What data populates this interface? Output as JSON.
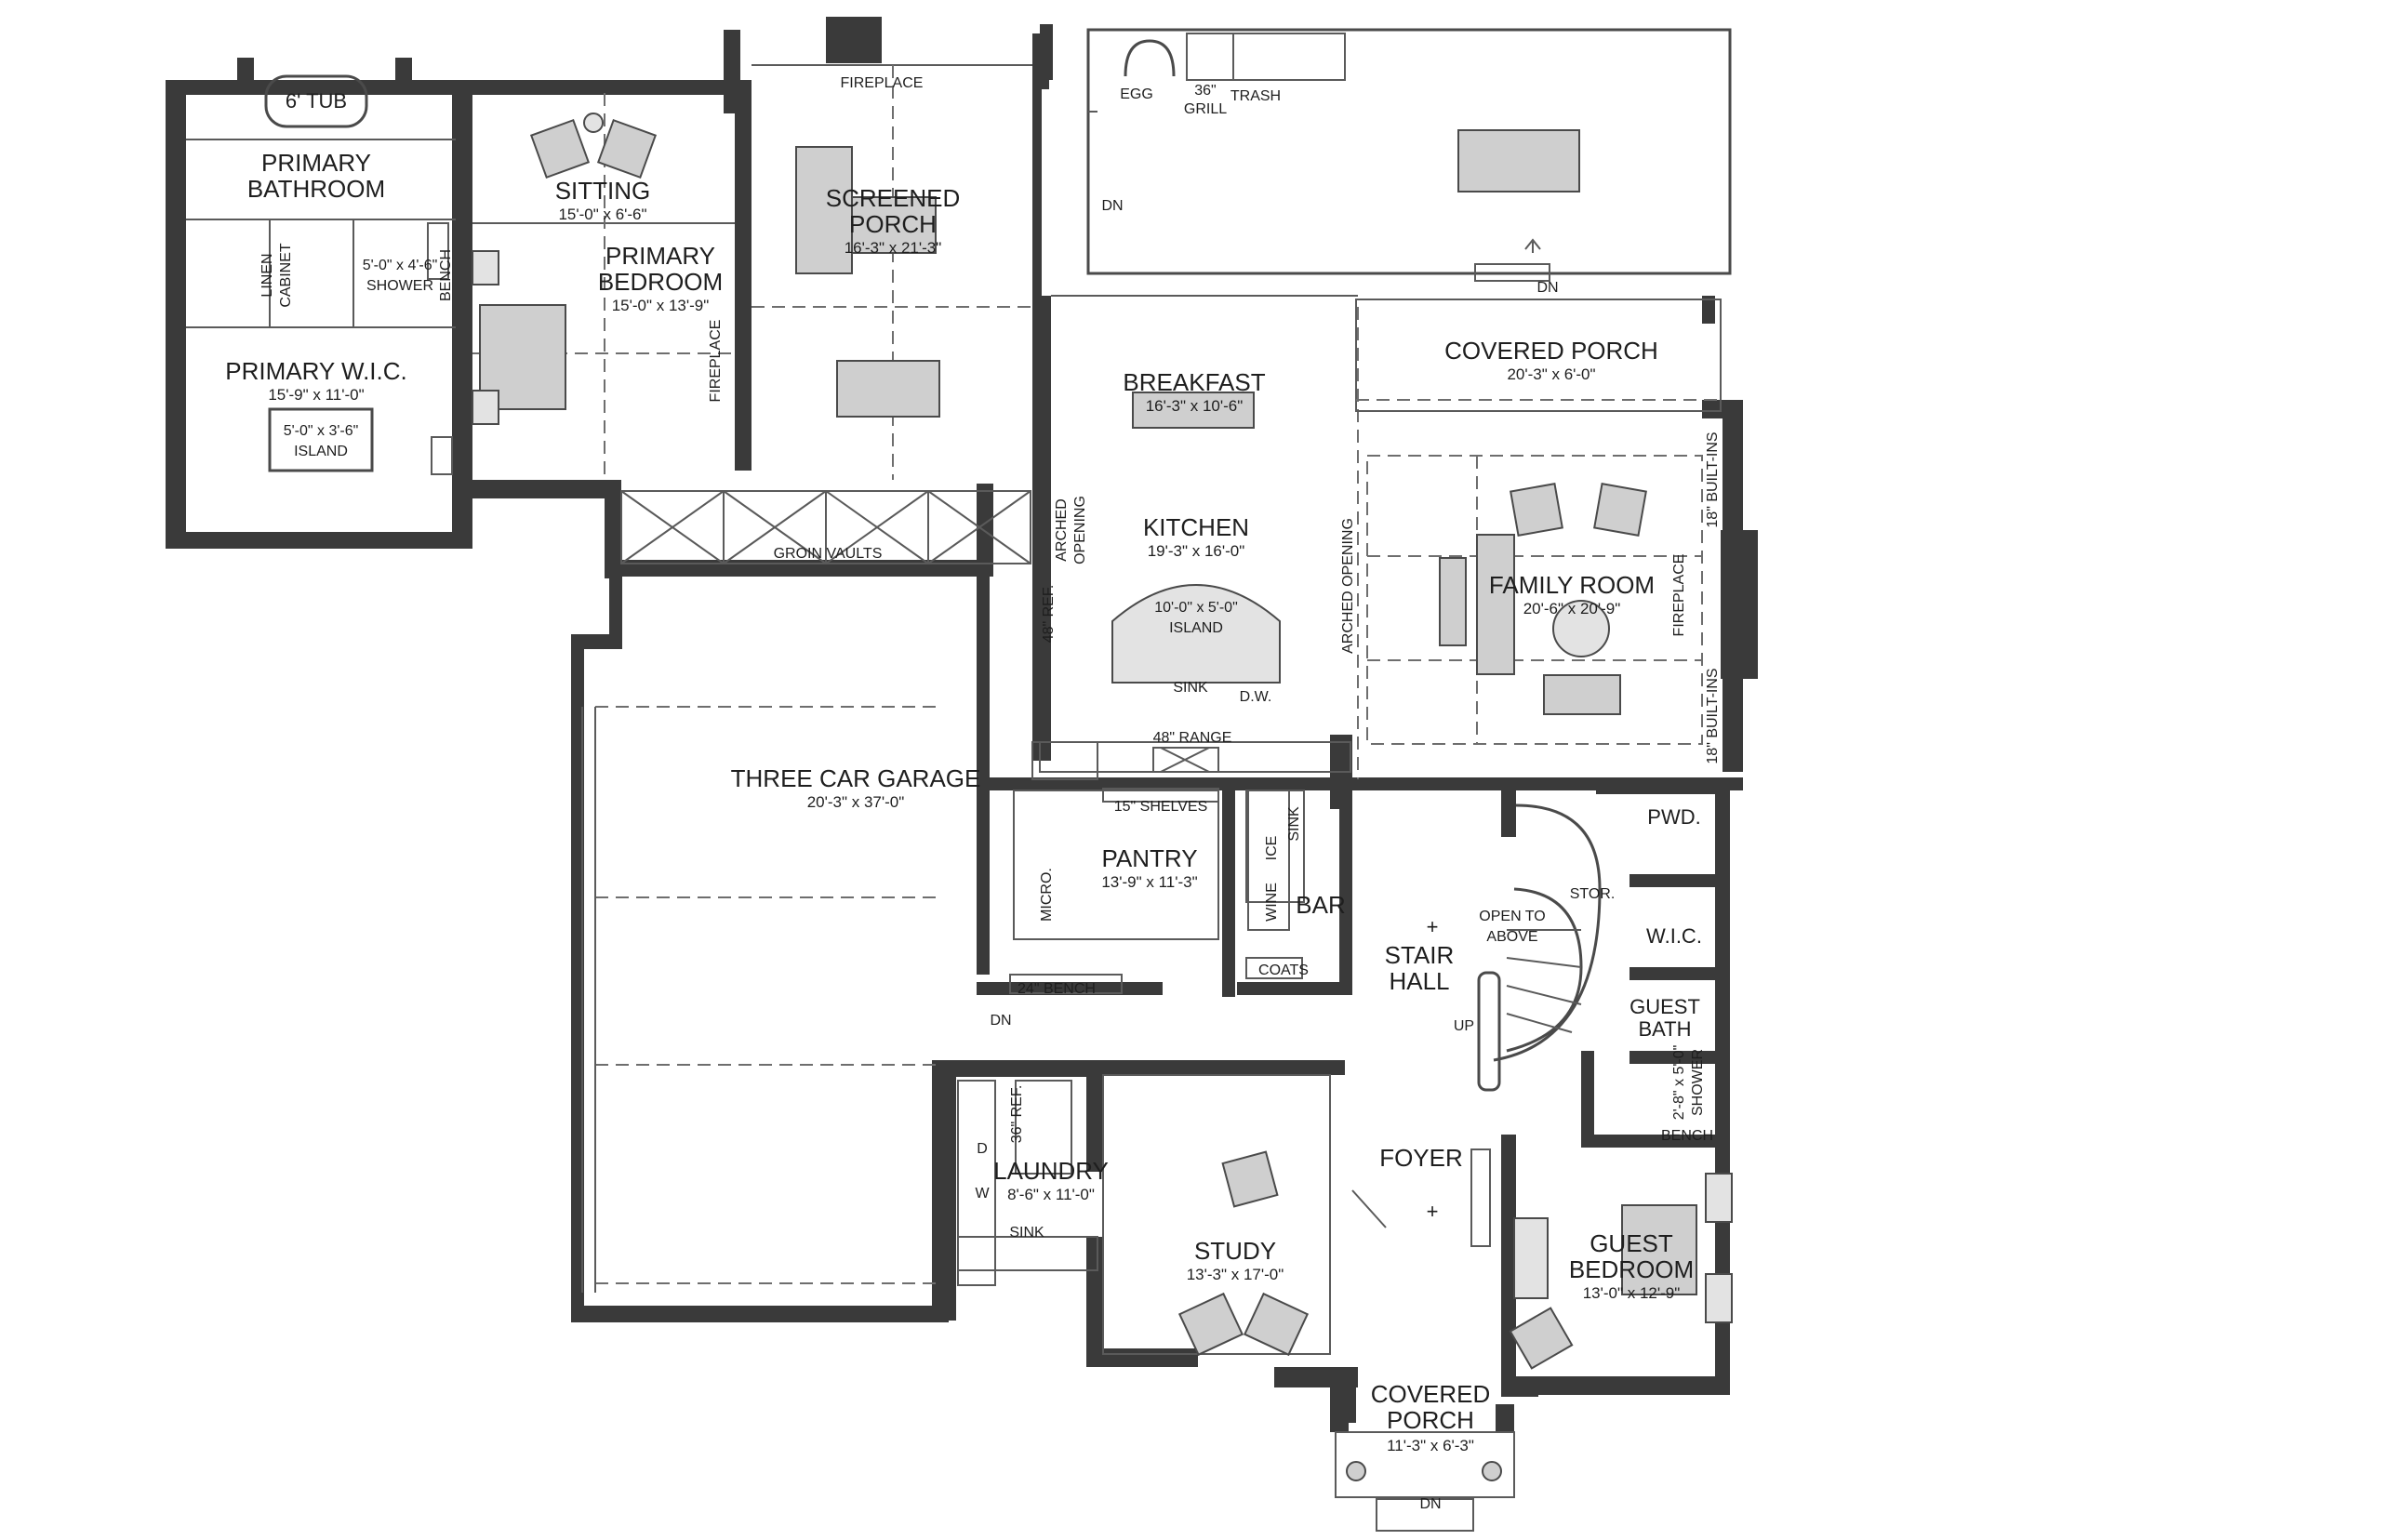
{
  "plan": {
    "rooms": {
      "tub": "6' TUB",
      "primary_bathroom": [
        "PRIMARY",
        "BATHROOM"
      ],
      "linen_cabinet": [
        "LINEN",
        "CABINET"
      ],
      "shower_dim": "5'-0\" x 4'-6\"",
      "shower": "SHOWER",
      "bench": "BENCH",
      "primary_wic": "PRIMARY W.I.C.",
      "primary_wic_dim": "15'-9\" x 11'-0\"",
      "wic_island_dim": "5'-0\" x 3'-6\"",
      "wic_island": "ISLAND",
      "sitting": "SITTING",
      "sitting_dim": "15'-0\" x 6'-6\"",
      "primary_bedroom": [
        "PRIMARY",
        "BEDROOM"
      ],
      "primary_bedroom_dim": "15'-0\" x 13'-9\"",
      "fireplace": "FIREPLACE",
      "screened_porch": [
        "SCREENED",
        "PORCH"
      ],
      "screened_porch_dim": "16'-3\" x 21'-3\"",
      "egg": "EGG",
      "grill": [
        "36\"",
        "GRILL"
      ],
      "trash": "TRASH",
      "dn": "DN",
      "covered_porch_rear": "COVERED PORCH",
      "covered_porch_rear_dim": "20'-3\" x 6'-0\"",
      "breakfast": "BREAKFAST",
      "breakfast_dim": "16'-3\" x 10'-6\"",
      "kitchen": "KITCHEN",
      "kitchen_dim": "19'-3\" x 16'-0\"",
      "arched_opening": [
        "ARCHED",
        "OPENING"
      ],
      "arched_opening_single": "ARCHED OPENING",
      "island_dim": "10'-0\" x 5'-0\"",
      "island": "ISLAND",
      "sink": "SINK",
      "dw": "D.W.",
      "ref_48": "48\" REF.",
      "range_48": "48\" RANGE",
      "groin_vaults": "GROIN VAULTS",
      "family_room": "FAMILY ROOM",
      "family_room_dim": "20'-6\" x 20'-9\"",
      "builtins_18": "18\" BUILT-INS",
      "three_car_garage": "THREE CAR GARAGE",
      "garage_dim": "20'-3\" x 37'-0\"",
      "shelves_15": "15\" SHELVES",
      "pantry": "PANTRY",
      "pantry_dim": "13'-9\" x 11'-3\"",
      "micro": "MICRO.",
      "wine": "WINE",
      "ice": "ICE",
      "bar": "BAR",
      "coats": "COATS",
      "bench_24": "24\" BENCH",
      "pwd": "PWD.",
      "stor": "STOR.",
      "open_to_above": [
        "OPEN TO",
        "ABOVE"
      ],
      "stair_hall": [
        "STAIR",
        "HALL"
      ],
      "up": "UP",
      "wic": "W.I.C.",
      "guest_bath": [
        "GUEST",
        "BATH"
      ],
      "guest_shower": [
        "2'-8\" x 5'-0\"",
        "SHOWER"
      ],
      "ref_36": "36\" REF.",
      "w": "W",
      "d": "D",
      "laundry": "LAUNDRY",
      "laundry_dim": "8'-6\" x 11'-0\"",
      "study": "STUDY",
      "study_dim": "13'-3\" x 17'-0\"",
      "foyer": "FOYER",
      "guest_bedroom": [
        "GUEST",
        "BEDROOM"
      ],
      "guest_bedroom_dim": "13'-0\" x 12'-9\"",
      "covered_porch_front": [
        "COVERED",
        "PORCH"
      ],
      "covered_porch_front_dim": "11'-3\" x 6'-3\""
    }
  }
}
